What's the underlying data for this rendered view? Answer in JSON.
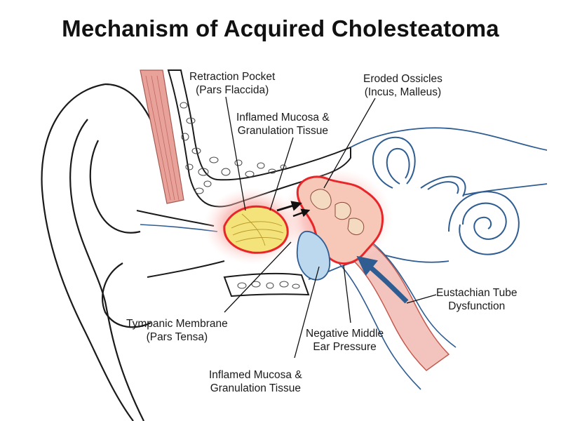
{
  "title": "Mechanism of Acquired Cholesteatoma",
  "labels": {
    "retraction_pocket": {
      "line1": "Retraction Pocket",
      "line2": "(Pars Flaccida)"
    },
    "eroded_ossicles": {
      "line1": "Eroded Ossicles",
      "line2": "(Incus, Malleus)"
    },
    "inflamed_mucosa_top": {
      "line1": "Inflamed Mucosa &",
      "line2": "Granulation Tissue"
    },
    "tympanic_membrane": {
      "line1": "Tympanic Membrane",
      "line2": "(Pars Tensa)"
    },
    "negative_pressure": {
      "line1": "Negative Middle",
      "line2": "Ear Pressure"
    },
    "eustachian_tube": {
      "line1": "Eustachian Tube",
      "line2": "Dysfunction"
    },
    "inflamed_mucosa_bottom": {
      "line1": "Inflamed Mucosa &",
      "line2": "Granulation Tissue"
    }
  },
  "colors": {
    "outline": "#1a1a1a",
    "nerve_blue": "#2f5d91",
    "inflammation_red": "#e8262a",
    "inflammation_glow": "#f7a6a0",
    "pocket_yellow": "#f4e27a",
    "eardrum_blue": "#bcd8ee",
    "tube_pink": "#f3c4bd",
    "muscle_pink": "#e9a29a"
  }
}
